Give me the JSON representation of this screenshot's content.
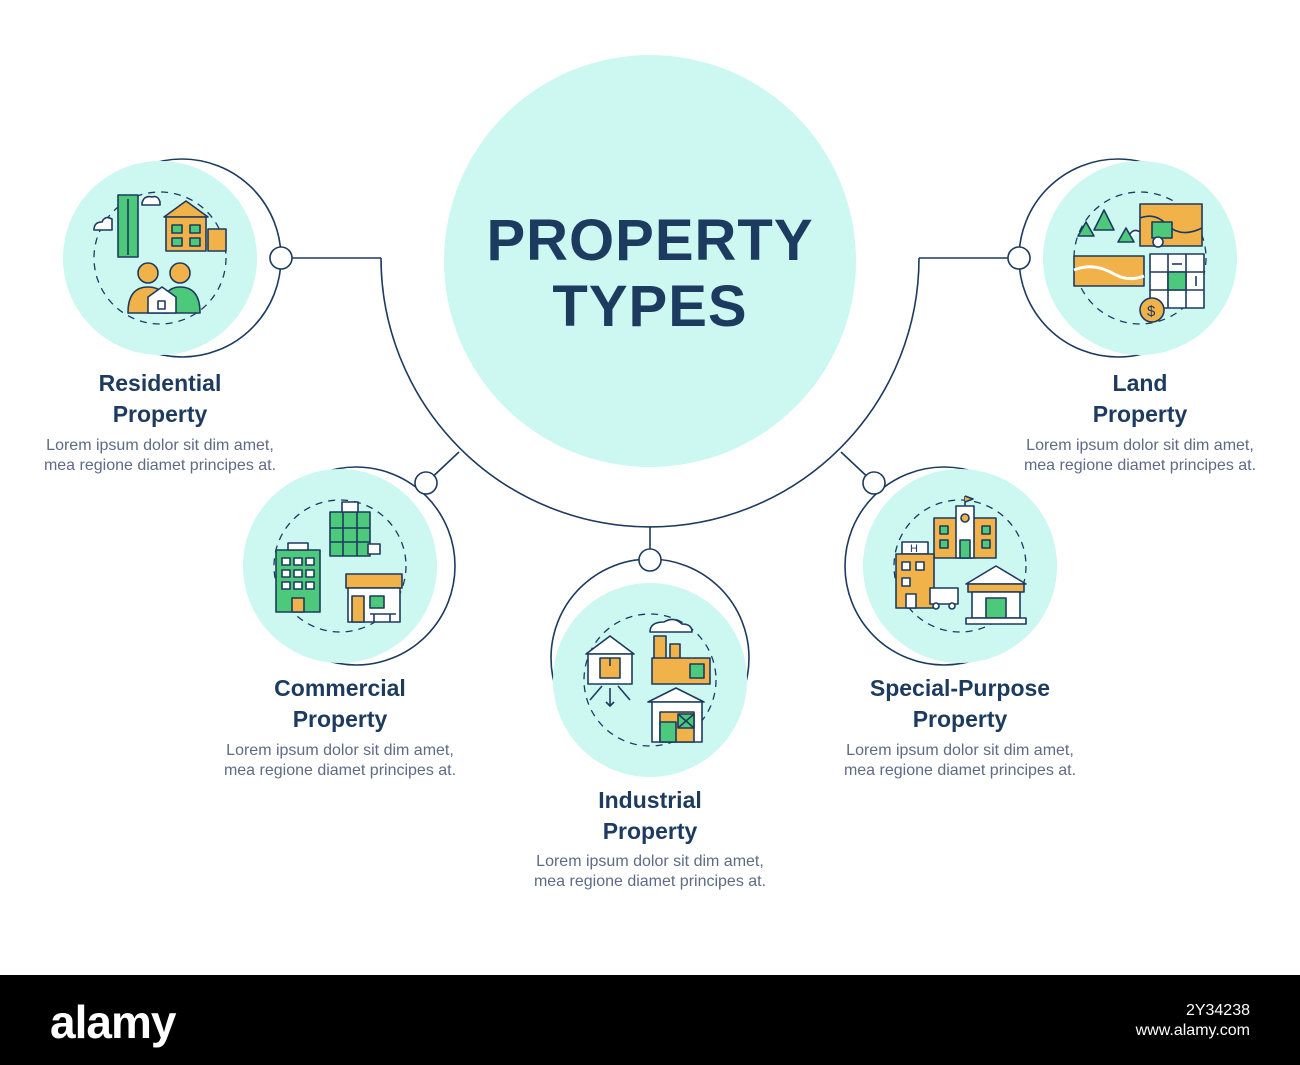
{
  "title": {
    "line1": "PROPERTY",
    "line2": "TYPES"
  },
  "items": [
    {
      "heading_line1": "Residential",
      "heading_line2": "Property",
      "description": "Lorem ipsum dolor sit dim amet, mea regione diamet principes at.",
      "icon": "residential-icon"
    },
    {
      "heading_line1": "Commercial",
      "heading_line2": "Property",
      "description": "Lorem ipsum dolor sit dim amet, mea regione diamet principes at.",
      "icon": "commercial-icon"
    },
    {
      "heading_line1": "Industrial",
      "heading_line2": "Property",
      "description": "Lorem ipsum dolor sit dim amet, mea regione diamet principes at.",
      "icon": "industrial-icon"
    },
    {
      "heading_line1": "Special-Purpose",
      "heading_line2": "Property",
      "description": "Lorem ipsum dolor sit dim amet, mea regione diamet principes at.",
      "icon": "special-purpose-icon"
    },
    {
      "heading_line1": "Land",
      "heading_line2": "Property",
      "description": "Lorem ipsum dolor sit dim amet, mea regione diamet principes at.",
      "icon": "land-icon"
    }
  ],
  "colors": {
    "circle_fill": "#cdf7f1",
    "line": "#1d3a5f",
    "green": "#4cc97a",
    "orange": "#f2b24a",
    "title": "#1d3a5f",
    "text": "#5d6b85"
  },
  "footer": {
    "logo": "alamy",
    "image_id": "2Y34238",
    "site": "www.alamy.com"
  }
}
